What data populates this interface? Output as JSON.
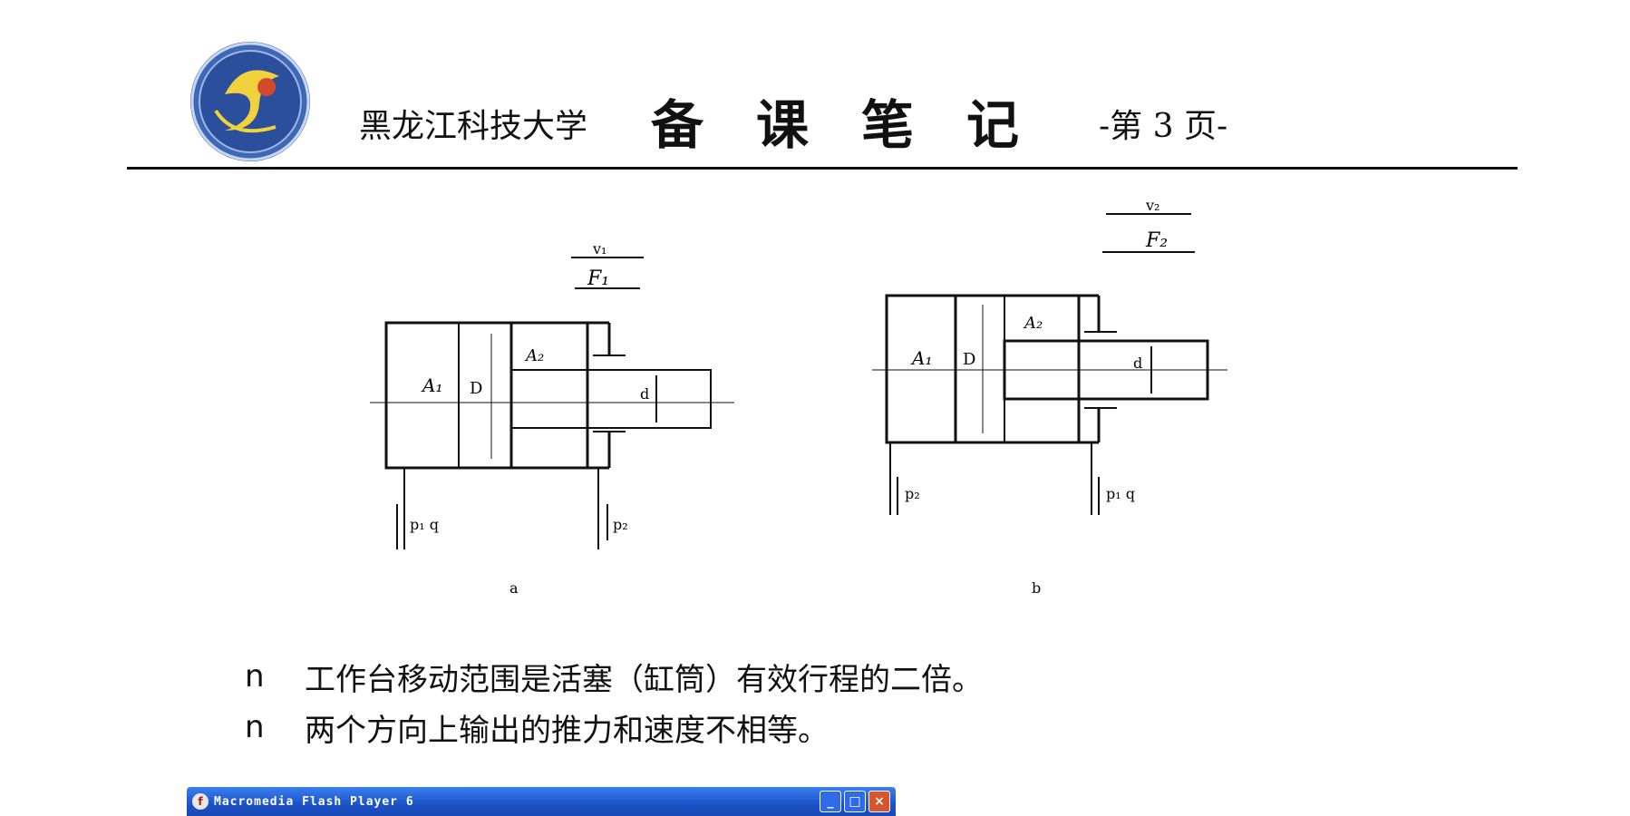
{
  "header": {
    "university": "黑龙江科技大学",
    "title_chars": [
      "备",
      "课",
      "笔",
      "记"
    ],
    "page_label": "-第 3 页-"
  },
  "figure": {
    "a": {
      "velocity_label": "v₁",
      "force_label": "F₁",
      "area_large": "A₁",
      "area_small": "A₂",
      "diameter_label": "D",
      "rod_label": "d",
      "port_left_label": "p₁ q",
      "port_right_label": "p₂",
      "caption": "a"
    },
    "b": {
      "velocity_label": "v₂",
      "force_label": "F₂",
      "area_large": "A₁",
      "area_small": "A₂",
      "diameter_label": "D",
      "rod_label": "d",
      "port_left_label": "p₂",
      "port_right_label": "p₁ q",
      "caption": "b"
    }
  },
  "bullets": [
    {
      "mark": "n",
      "text": "工作台移动范围是活塞（缸筒）有效行程的二倍。"
    },
    {
      "mark": "n",
      "text": "两个方向上输出的推力和速度不相等。"
    }
  ],
  "flash_window": {
    "title": "Macromedia Flash Player 6",
    "icon": "flash-logo-icon",
    "buttons": {
      "minimize": "_",
      "maximize": "□",
      "close": "×"
    }
  }
}
